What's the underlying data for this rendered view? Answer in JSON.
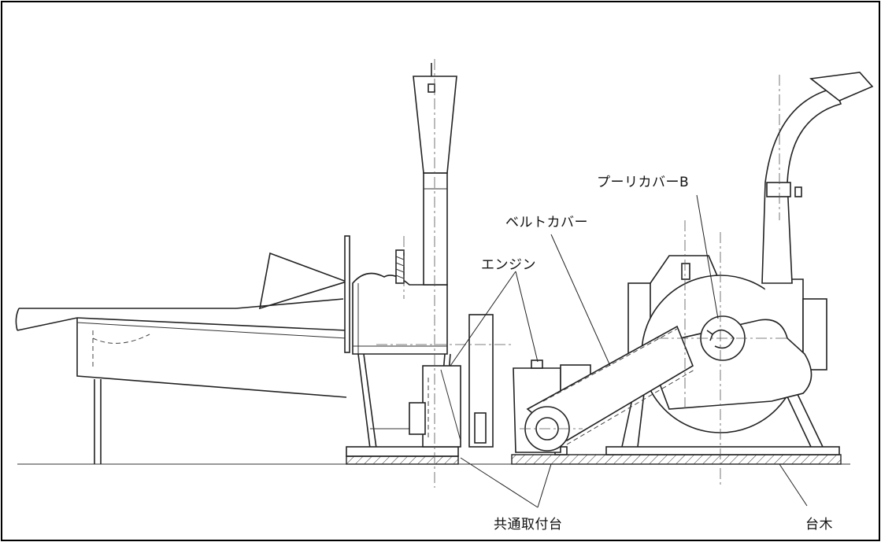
{
  "labels": {
    "pulley_cover_b": "プーリカバーB",
    "belt_cover": "ベルトカバー",
    "engine": "エンジン",
    "common_mount": "共通取付台",
    "base_block": "台木"
  }
}
